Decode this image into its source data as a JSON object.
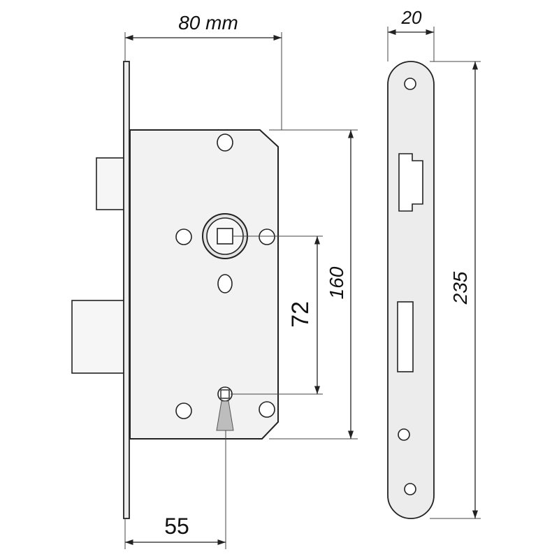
{
  "dimensions": {
    "backset": "80 mm",
    "faceplate_width": "20",
    "faceplate_height": "235",
    "body_height": "160",
    "handle_to_key": "72",
    "key_offset": "55"
  },
  "colors": {
    "lines": "#222222",
    "body": "#f2f2f2",
    "plate": "#ececec",
    "background": "#ffffff"
  }
}
